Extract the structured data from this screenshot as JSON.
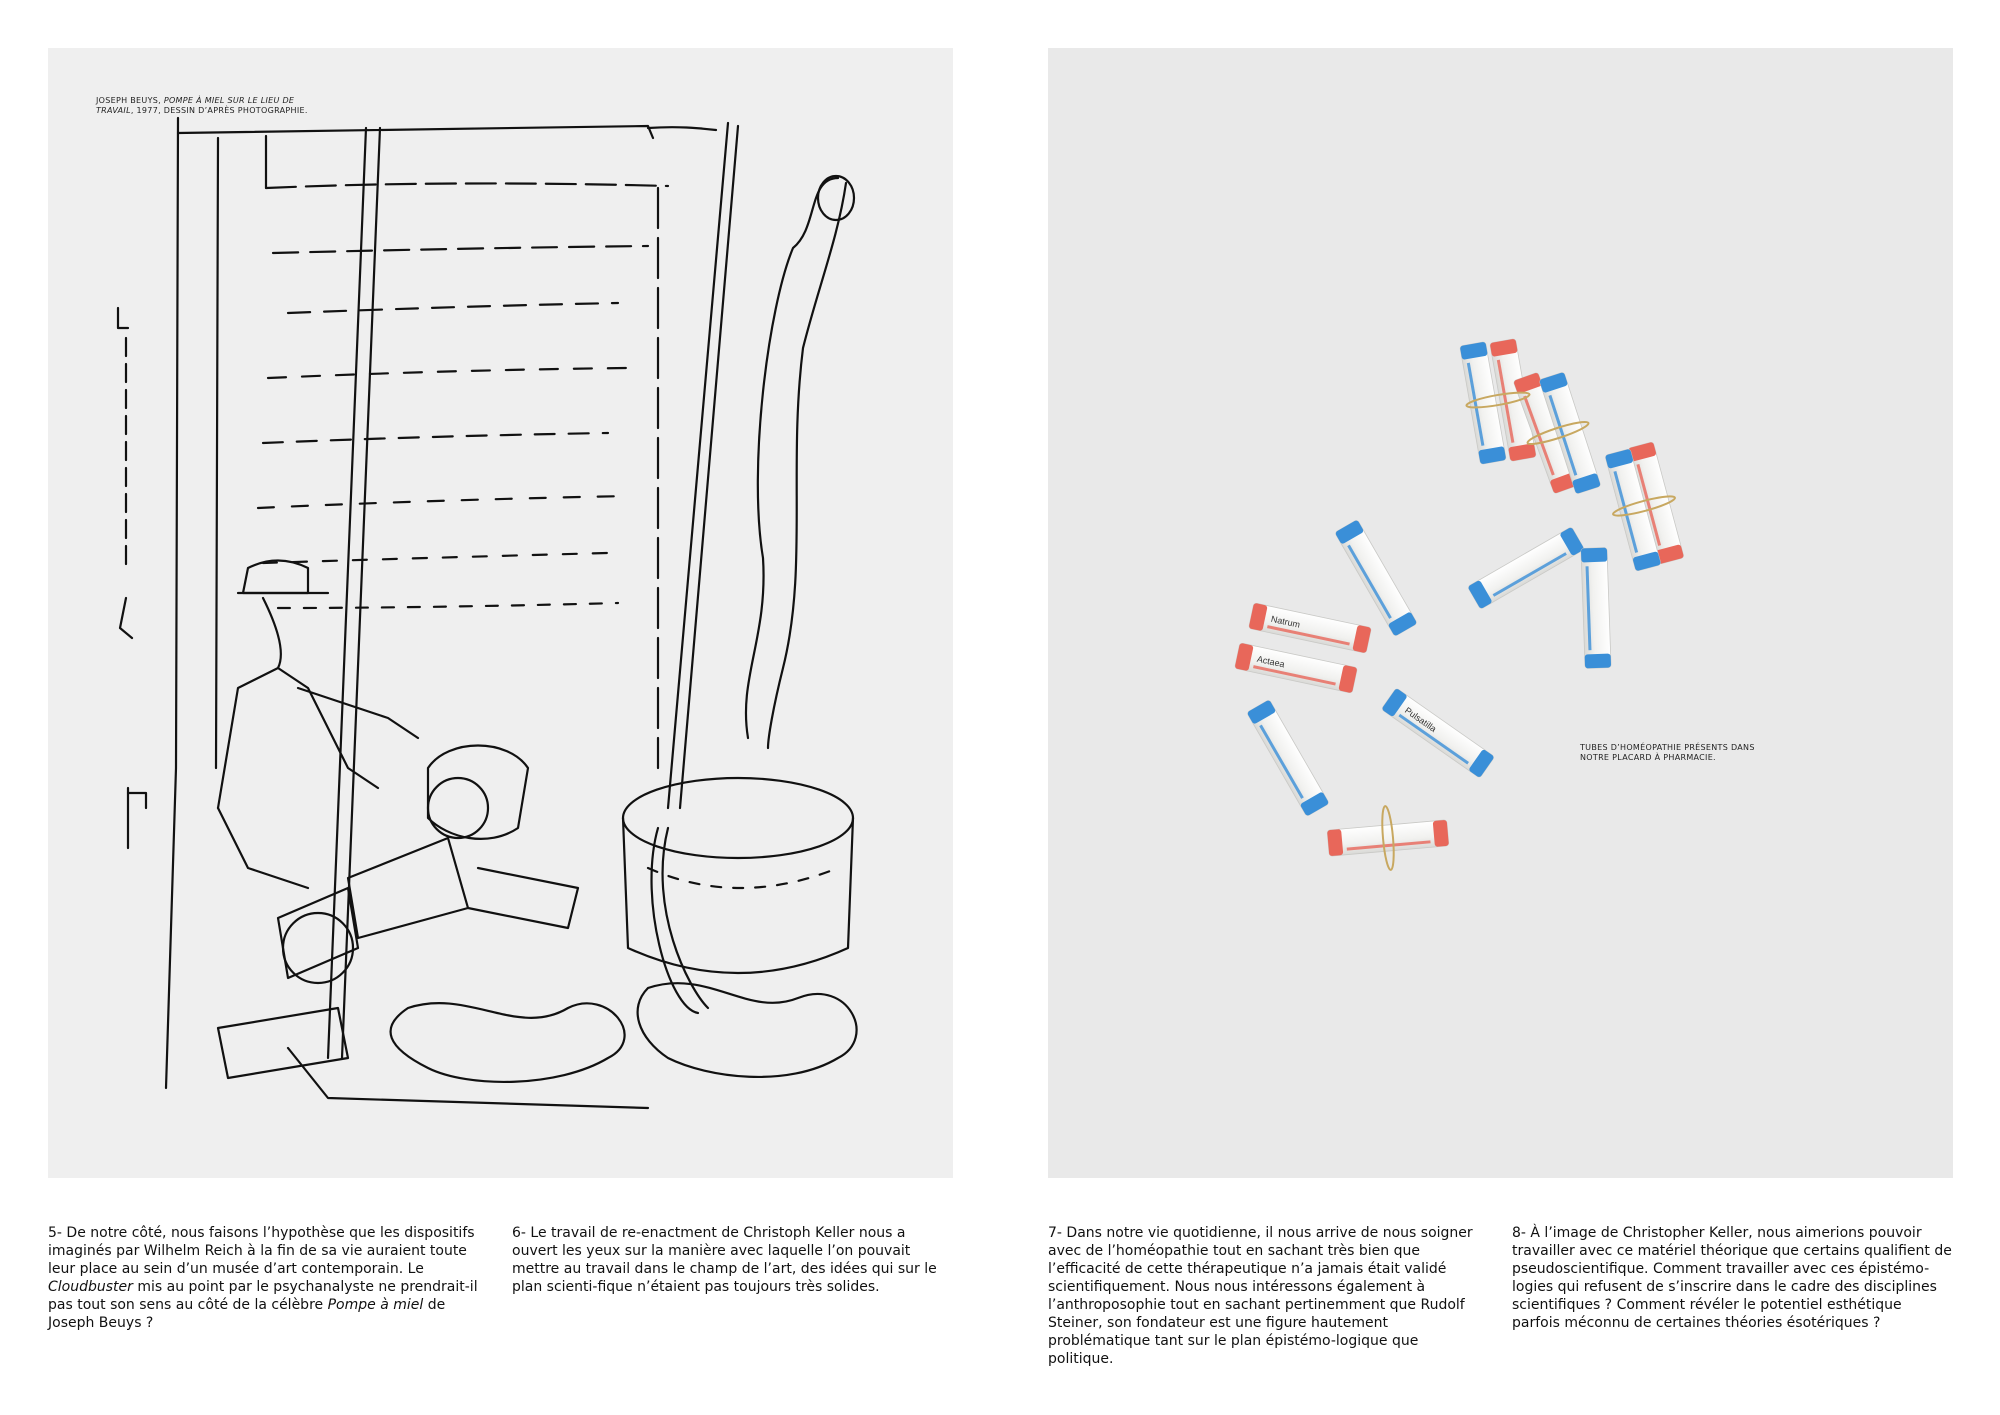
{
  "left": {
    "caption": {
      "author": "JOSEPH BEUYS,",
      "title_line1": "POMPE À MIEL SUR LE LIEU DE",
      "title_line2": "TRAVAIL",
      "suffix": ", 1977, DESSIN D’APRÈS PHOTOGRAPHIE."
    },
    "notes": [
      {
        "p1": "5- De notre côté, nous faisons l’hypothèse que les dispositifs imaginés par Wilhelm Reich à la fin de sa vie auraient toute leur place au sein d’un musée d’art contemporain. Le ",
        "em1": "Cloudbuster",
        "p2": " mis au point par le psychanalyste ne prendrait-il pas tout son sens au côté de la célèbre ",
        "em2": "Pompe à miel",
        "p3": " de Joseph Beuys ?"
      },
      {
        "text": "6- Le travail de re-enactment de Christoph Keller nous a ouvert les yeux sur la manière avec laquelle l’on pouvait mettre au travail dans le champ de l’art, des idées qui sur le plan scienti-fique n’étaient pas toujours très solides."
      }
    ]
  },
  "right": {
    "caption": {
      "line1": "TUBES D’HOMÉOPATHIE PRÉSENTS DANS",
      "line2": "NOTRE PLACARD À PHARMACIE."
    },
    "tube_labels": [
      "Natrum",
      "Actaea",
      "Pulsatilla"
    ],
    "notes": [
      {
        "text": "7- Dans notre vie quotidienne, il nous arrive de nous soigner avec de l’homéopathie tout en sachant très bien que l’efficacité de cette thérapeutique n’a jamais était validé scientifiquement. Nous nous intéressons également à l’anthroposophie tout en sachant pertinemment que Rudolf Steiner, son fondateur est une figure hautement problématique tant sur le plan épistémo-logique que politique."
      },
      {
        "text": "8- À l’image de Christopher Keller, nous aimerions pouvoir travailler avec ce matériel théorique que certains qualifient de pseudoscientifique. Comment travailler avec ces épistémo-logies qui refusent de s’inscrire dans le cadre des disciplines scientifiques ? Comment révéler le potentiel esthétique parfois méconnu de certaines théories ésotériques ?"
      }
    ]
  },
  "colors": {
    "tube_blue": "#3a8fd8",
    "tube_red": "#e8675a",
    "tube_body": "#f6f6f4",
    "ink": "#111111"
  }
}
